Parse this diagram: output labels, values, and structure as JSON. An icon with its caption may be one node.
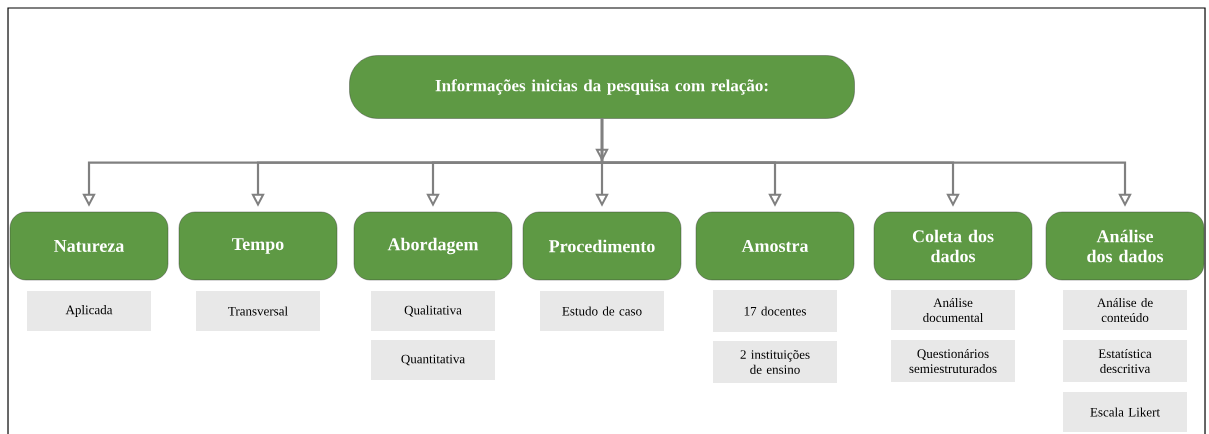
{
  "diagram": {
    "nodes": [
      {
        "text": [
          "Informações inicias da pesquisa com relação:"
        ]
      },
      {
        "text": [
          "Natureza"
        ]
      },
      {
        "text": [
          "Tempo"
        ]
      },
      {
        "text": [
          "Abordagem"
        ]
      },
      {
        "text": [
          "Procedimento"
        ]
      },
      {
        "text": [
          "Amostra"
        ]
      },
      {
        "text": [
          "Coleta dos dados"
        ]
      },
      {
        "text": [
          "Análise dos dados"
        ]
      },
      {
        "text": [
          "Aplicada"
        ]
      },
      {
        "text": [
          "Transversal"
        ]
      },
      {
        "text": [
          "Qualitativa"
        ]
      },
      {
        "text": [
          "Quantitativa"
        ]
      },
      {
        "text": [
          "Estudo de caso"
        ]
      },
      {
        "text": [
          "17 docentes"
        ]
      },
      {
        "text": [
          "2 instituições de ensino"
        ]
      },
      {
        "text": [
          "Análise documental"
        ]
      },
      {
        "text": [
          "Questionários semiestruturados"
        ]
      },
      {
        "text": [
          "Análise de conteúdo"
        ]
      },
      {
        "text": [
          "Estatística descritiva"
        ]
      },
      {
        "text": [
          "Escala Likert"
        ]
      }
    ],
    "edges": [
      {
        "from": 0,
        "to": 1,
        "arrow": "to"
      },
      {
        "from": 0,
        "to": 2,
        "arrow": "to"
      },
      {
        "from": 0,
        "to": 3,
        "arrow": "to"
      },
      {
        "from": 0,
        "to": 4,
        "arrow": "to"
      },
      {
        "from": 0,
        "to": 5,
        "arrow": "to"
      },
      {
        "from": 0,
        "to": 6,
        "arrow": "to"
      },
      {
        "from": 0,
        "to": 7,
        "arrow": "to"
      }
    ]
  }
}
